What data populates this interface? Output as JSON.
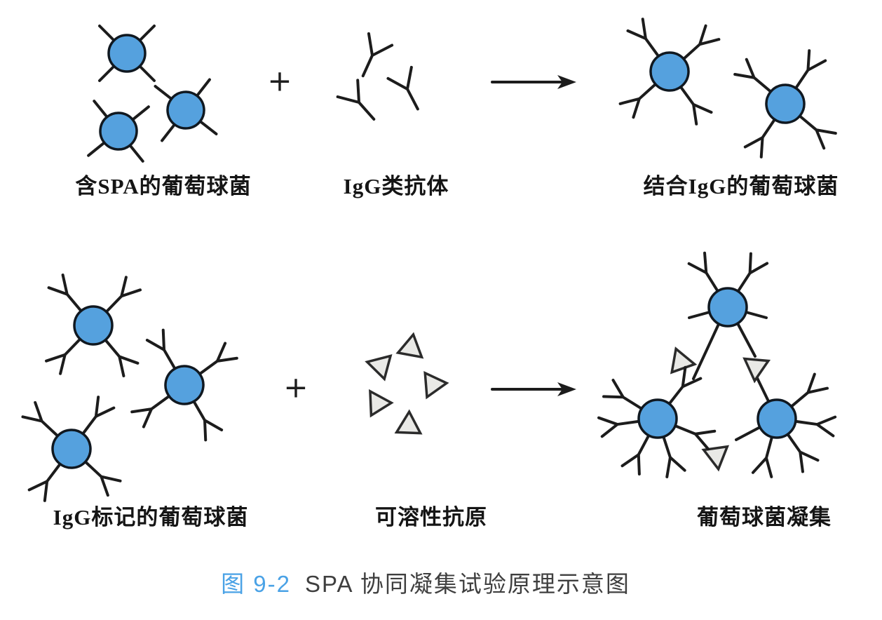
{
  "caption": {
    "number": "图 9-2",
    "title": "SPA 协同凝集试验原理示意图"
  },
  "labels": {
    "spa_staph": "含SPA的葡萄球菌",
    "igg_antibody": "IgG类抗体",
    "igg_bound_staph": "结合IgG的葡萄球菌",
    "igg_labeled_staph": "IgG标记的葡萄球菌",
    "soluble_antigen": "可溶性抗原",
    "staph_agglutination": "葡萄球菌凝集"
  },
  "operators": {
    "plus": "+"
  },
  "colors": {
    "cell_fill": "#55a1de",
    "cell_stroke": "#101820",
    "stroke": "#1c1c1c",
    "antigen_fill": "#e9e9e6",
    "antigen_stroke": "#2b2b2b",
    "caption_accent": "#4aa2e6",
    "caption_text": "#3f3f3f",
    "label_text": "#151515"
  }
}
